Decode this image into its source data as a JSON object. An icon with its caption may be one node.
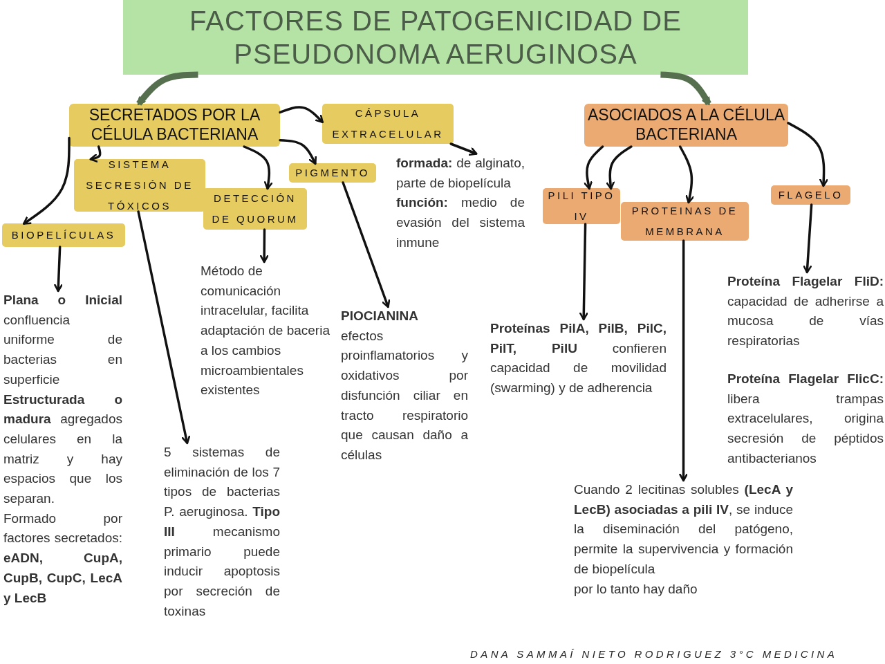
{
  "diagram": {
    "nodes": [
      {
        "text": [
          "FACTORES DE PATOGENICIDAD DE PSEUDONOMA AERUGINOSA"
        ]
      },
      {
        "text": [
          "SECRETADOS POR LA CÉLULA BACTERIANA"
        ]
      },
      {
        "text": [
          "ASOCIADOS A LA CÉLULA BACTERIANA"
        ]
      },
      {
        "text": [
          "BIOPELÍCULAS"
        ]
      },
      {
        "text": [
          "SISTEMA SECRESIÓN DE TÓXICOS"
        ]
      },
      {
        "text": [
          "DETECCIÓN DE QUORUM"
        ]
      },
      {
        "text": [
          "PIGMENTO"
        ]
      },
      {
        "text": [
          "CÁPSULA EXTRACELULAR"
        ]
      },
      {
        "text": [
          "PILI TIPO IV"
        ]
      },
      {
        "text": [
          "PROTEINAS DE MEMBRANA"
        ]
      },
      {
        "text": [
          "FLAGELO"
        ]
      },
      {
        "text": [
          "**Plana o Inicial** confluencia uniforme de bacterias en superficie",
          "**Estructurada o madura** agregados celulares en la matriz y hay espacios que los separan.",
          "Formado por factores secretados: **eADN, CupA, CupB, CupC, LecA y LecB**"
        ]
      },
      {
        "text": [
          "Método de comunicación intracelular, facilita adaptación de baceria a los cambios microambientales existentes"
        ]
      },
      {
        "text": [
          "5 sistemas de eliminación de los 7 tipos de bacterias P. aeruginosa. **Tipo III** mecanismo primario puede inducir apoptosis por secreción de toxinas"
        ]
      },
      {
        "text": [
          "PIOCIANINA",
          "efectos proinflamatorios y oxidativos por disfunción ciliar en tracto respiratorio que causan daño a células"
        ]
      },
      {
        "text": [
          "**formada:** de alginato, parte de biopelícula",
          "**función:** medio de evasión del sistema inmune"
        ]
      },
      {
        "text": [
          "**Proteínas PilA, PilB, PilC, PilT, PilU** confieren capacidad de movilidad (swarming) y de adherencia"
        ]
      },
      {
        "text": [
          "Cuando 2 lecitinas solubles **(LecA y LecB) asociadas a pili IV**, se induce la diseminación del patógeno, permite la supervivencia y formación de biopelícula",
          "por lo tanto hay daño"
        ]
      },
      {
        "text": [
          "**Proteína Flagelar FliD:** capacidad de adherirse a mucosa de vías respiratorias",
          "**Proteína Flagelar FlicC:** libera trampas extracelulares, origina secresión de péptidos antibacterianos"
        ]
      }
    ],
    "edges": [
      {
        "from": 0,
        "to": 1,
        "arrow": "to",
        "style": "thick",
        "color": "#56704f"
      },
      {
        "from": 0,
        "to": 2,
        "arrow": "to",
        "style": "thick",
        "color": "#56704f"
      },
      {
        "from": 1,
        "to": 7,
        "arrow": "to"
      },
      {
        "from": 1,
        "to": 6,
        "arrow": "to"
      },
      {
        "from": 1,
        "to": 3,
        "arrow": "to"
      },
      {
        "from": 1,
        "to": 4,
        "arrow": "to"
      },
      {
        "from": 1,
        "to": 5,
        "arrow": "to"
      },
      {
        "from": 2,
        "to": 8,
        "arrow": "to"
      },
      {
        "from": 2,
        "to": 8,
        "arrow": "to"
      },
      {
        "from": 2,
        "to": 9,
        "arrow": "to"
      },
      {
        "from": 2,
        "to": 10,
        "arrow": "to"
      },
      {
        "from": 3,
        "to": 11,
        "arrow": "to"
      },
      {
        "from": 4,
        "to": 13,
        "arrow": "to"
      },
      {
        "from": 5,
        "to": 12,
        "arrow": "to"
      },
      {
        "from": 6,
        "to": 14,
        "arrow": "to"
      },
      {
        "from": 7,
        "to": 15,
        "arrow": "to"
      },
      {
        "from": 8,
        "to": 16,
        "arrow": "to"
      },
      {
        "from": 9,
        "to": 17,
        "arrow": "to"
      },
      {
        "from": 10,
        "to": 18,
        "arrow": "to"
      }
    ],
    "labels": [
      "DANA SAMMAÍ NIETO RODRIGUEZ 3°C MEDICINA"
    ]
  }
}
